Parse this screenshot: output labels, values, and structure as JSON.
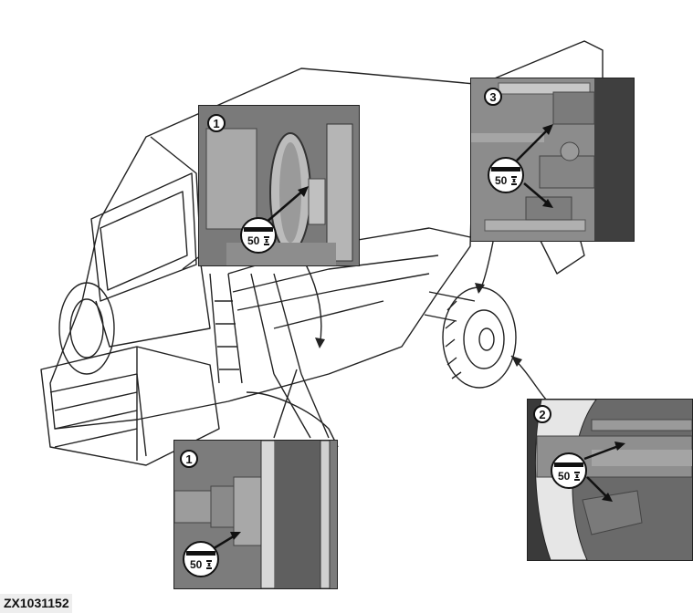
{
  "figure": {
    "id": "ZX1031152",
    "subject": "combine harvester lubrication points"
  },
  "callouts": [
    {
      "number": "1",
      "label": "lubrication point 1 (upper)",
      "lubricant_interval": "50"
    },
    {
      "number": "3",
      "label": "lubrication point 3",
      "lubricant_interval": "50"
    },
    {
      "number": "2",
      "label": "lubrication point 2",
      "lubricant_interval": "50"
    },
    {
      "number": "1",
      "label": "lubrication point 1 (lower)",
      "lubricant_interval": "50"
    }
  ],
  "colors": {
    "line": "#222222",
    "photo": "#8a8a8a",
    "background": "#ffffff",
    "figure_id_bg": "#eeeeee"
  }
}
